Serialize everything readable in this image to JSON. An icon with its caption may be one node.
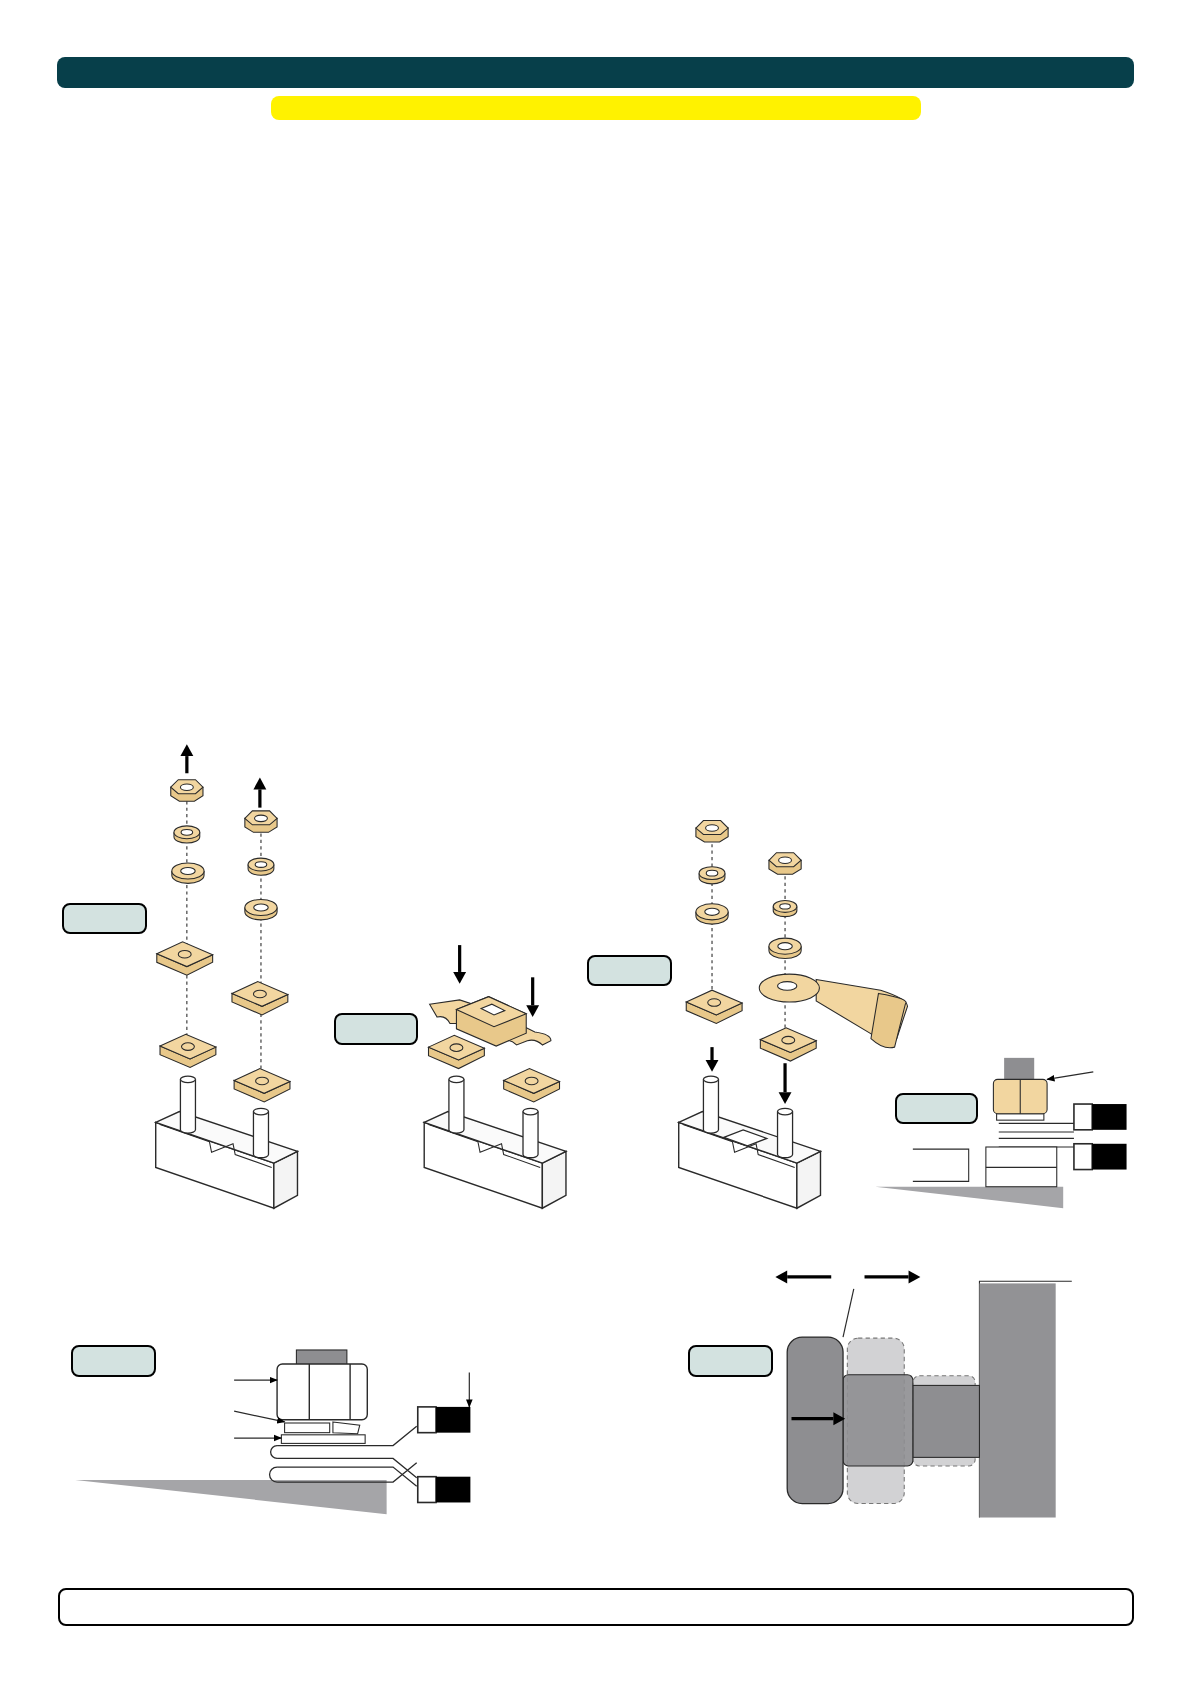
{
  "diagram": {
    "nodes": [
      {
        "text": [],
        "shape": "bar"
      },
      {
        "text": [],
        "shape": "bar"
      },
      {
        "text": [],
        "shape": "box"
      },
      {
        "text": [],
        "shape": "box"
      },
      {
        "text": [],
        "shape": "box"
      },
      {
        "text": [],
        "shape": "box"
      },
      {
        "text": [],
        "shape": "box"
      },
      {
        "text": [],
        "shape": "box"
      },
      {
        "text": [],
        "shape": "box"
      },
      {
        "text": [],
        "shape": "picture"
      },
      {
        "text": [],
        "shape": "picture"
      },
      {
        "text": [],
        "shape": "bar"
      },
      {
        "text": [],
        "shape": "box"
      },
      {
        "text": [],
        "shape": "picture"
      },
      {
        "text": [],
        "shape": "picture"
      },
      {
        "text": [],
        "shape": "box"
      },
      {
        "text": [],
        "shape": "box"
      },
      {
        "text": [],
        "shape": "box"
      }
    ],
    "edges": [
      {
        "from": null,
        "to": 9,
        "arrow": "to"
      },
      {
        "from": null,
        "to": 10,
        "arrow": "to"
      },
      {
        "from": null,
        "to": 11,
        "arrow": "to"
      },
      {
        "from": null,
        "to": 12,
        "arrow": "to"
      },
      {
        "from": null,
        "to": 13,
        "arrow": "to"
      },
      {
        "from": null,
        "to": 14,
        "arrow": "none"
      }
    ]
  }
}
